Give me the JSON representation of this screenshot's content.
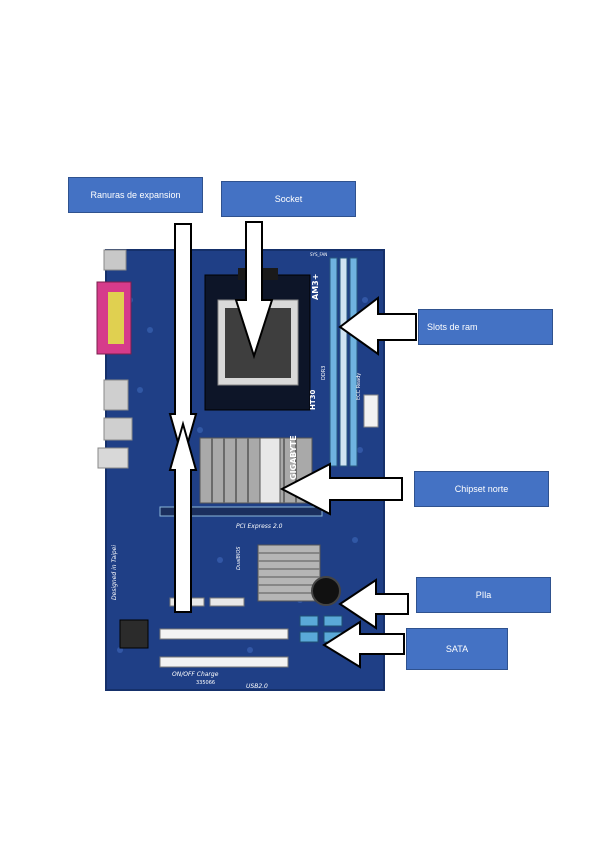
{
  "labels": {
    "ranuras": "Ranuras de expansion",
    "socket": "Socket",
    "slots_ram": "Slots de ram",
    "chipset": "Chipset norte",
    "pila": "PIla",
    "sata": "SATA"
  },
  "board": {
    "brand": "GIGABYTE",
    "socket_type": "AM3+",
    "ht": "HT30",
    "ddr": "DDR3",
    "pcie": "PCI Express 2.0",
    "designed": "Designed in Taipei",
    "onoff": "ON/OFF Charge",
    "usb": "USB2.0",
    "model_code": "335066",
    "dual_bios": "DualBIOS",
    "sys_fan": "SYS_FAN",
    "ecc_ready": "ECC Ready"
  },
  "colors": {
    "box_fill": "#4472c4",
    "box_border": "#2f528f",
    "board": "#1f3f86",
    "arrow_fill": "#ffffff",
    "arrow_stroke": "#000000"
  }
}
